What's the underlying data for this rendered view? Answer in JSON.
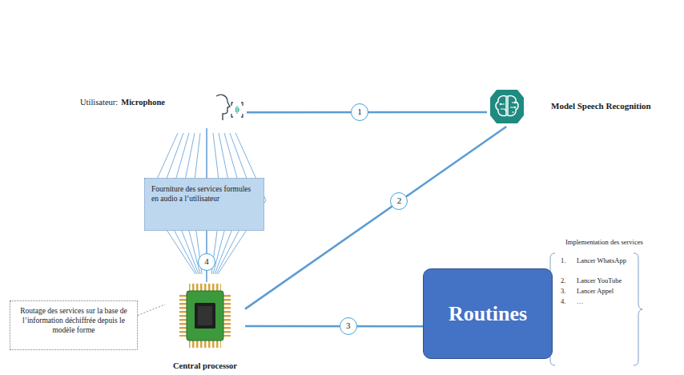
{
  "diagram": {
    "nodes": [
      {
        "text": [
          "Utilisateur:",
          "Microphone"
        ]
      },
      {
        "text": [
          "Model Speech Recognition"
        ]
      },
      {
        "text": [
          "Fourniture des services formules en audio a l’utilisateur"
        ]
      },
      {
        "text": [
          "Routage des services sur la base de l’information déchiffrée depuis le modèle forme"
        ]
      },
      {
        "text": [
          "Central processor"
        ]
      },
      {
        "text": [
          "Routines"
        ]
      }
    ],
    "edges": [
      {
        "from": 0,
        "to": 1,
        "label": "1",
        "arrow": "none"
      },
      {
        "from": 1,
        "to": 4,
        "label": "2",
        "arrow": "none"
      },
      {
        "from": 4,
        "to": 5,
        "label": "3",
        "arrow": "none"
      },
      {
        "from": 4,
        "to": 0,
        "label": "4",
        "arrow": "none"
      },
      {
        "from": 3,
        "to": 4,
        "arrow": "none"
      }
    ],
    "labels": [
      "Implementation des services",
      "1.",
      "Lancer WhatsApp",
      "2.",
      "Lancer YouTube",
      "3.",
      "Lancer Appel",
      "4.",
      "…"
    ]
  }
}
